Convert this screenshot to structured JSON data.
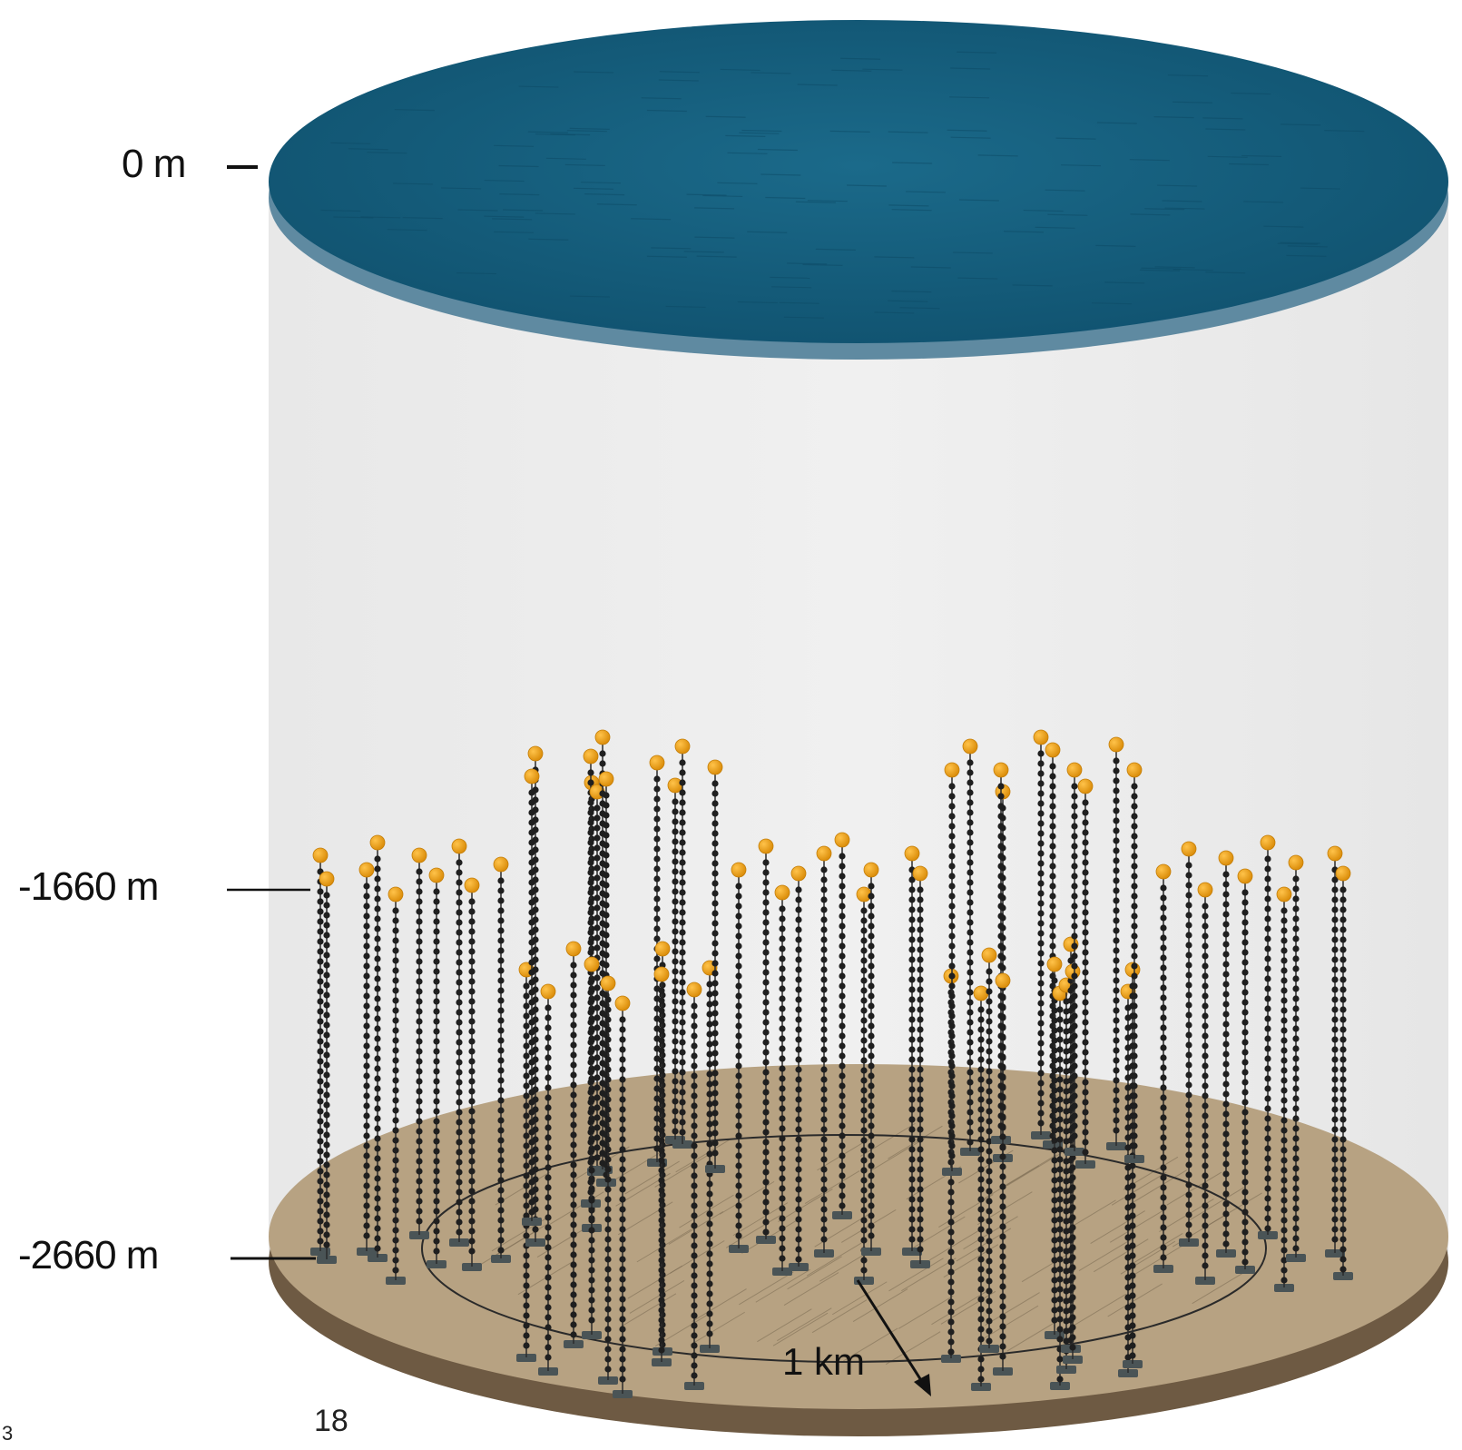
{
  "depth_labels": {
    "surface": "0 m",
    "top": "-1660 m",
    "bottom": "-2660 m"
  },
  "scale_label": "1 km",
  "page_number": "18",
  "edge_number": "3",
  "colors": {
    "sea_surface": "#15607f",
    "sea_rim": "#5f8aa1",
    "water_column": "#ececec",
    "seabed": "#b5a07f",
    "seabed_rim": "#6e5a43",
    "optical_module": "#e69b13",
    "string_line": "#2b2b2b",
    "anchor": "#4a5456"
  },
  "icons": {
    "string": "detector-string-icon",
    "buoy": "orange-buoy-icon",
    "anchor": "anchor-icon"
  }
}
